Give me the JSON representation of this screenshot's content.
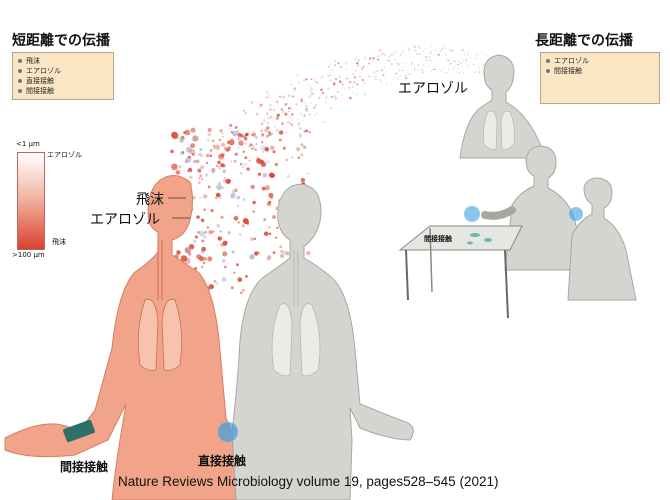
{
  "short_range": {
    "title": "短距離での伝播",
    "legend": [
      "飛沫",
      "エアロゾル",
      "直接接触",
      "間接接触"
    ]
  },
  "long_range": {
    "title": "長距離での伝播",
    "legend": [
      "エアロゾル",
      "間接接触"
    ]
  },
  "scale_bar": {
    "top_label": "<1 μm",
    "top_name": "エアロゾル",
    "bottom_label": ">100 μm",
    "bottom_name": "飛沫"
  },
  "labels": {
    "droplet": "飛沫",
    "aerosol": "エアロゾル",
    "aerosol_far": "エアロゾル",
    "table_contact": "間接接触",
    "indirect_contact": "間接接触",
    "direct_contact": "直接接触"
  },
  "citation": "Nature Reviews Microbiology volume 19, pages528–545 (2021)",
  "colors": {
    "infected": "#f2a48a",
    "healthy": "#d4d4d0",
    "droplet": "#d9422f",
    "aerosol": "#b0b8d8",
    "contact": "#3aa0e0",
    "legend_bg": "#fbe6c4"
  }
}
